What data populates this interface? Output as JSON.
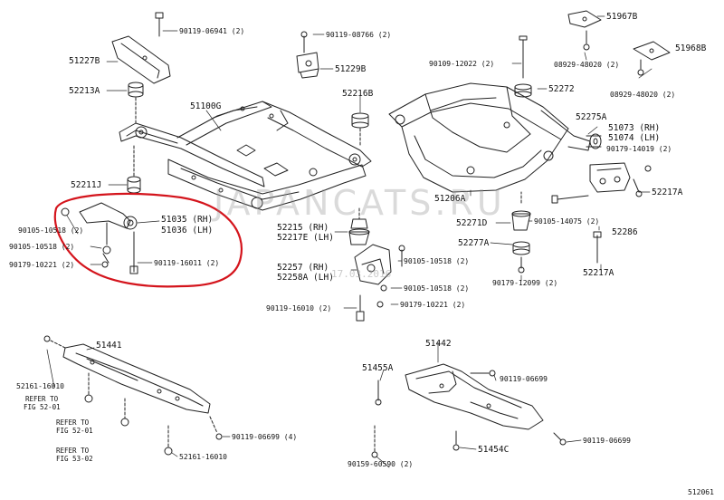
{
  "diagram": {
    "figure_number": "512061",
    "watermark": "JAPANCATS.RU",
    "date_stamp": "17.03.2016",
    "highlight_color": "#d4141c",
    "parts": {
      "p90119_06941": "90119-06941 (2)",
      "p51227B": "51227B",
      "p52213A": "52213A",
      "p51100G": "51100G",
      "p90119_08766": "90119-08766 (2)",
      "p51229B": "51229B",
      "p52216B": "52216B",
      "p52211J": "52211J",
      "p51035": "51035 (RH)",
      "p51036": "51036 (LH)",
      "p90105_10518_a": "90105-10518 (2)",
      "p90105_10518_b": "90105-10518 (2)",
      "p90179_10221_a": "90179-10221 (2)",
      "p90119_16011": "90119-16011 (2)",
      "p52215": "52215 (RH)",
      "p52217E": "52217E (LH)",
      "p52257": "52257 (RH)",
      "p52258A": "52258A (LH)",
      "p90105_10518_c": "90105-10518 (2)",
      "p90105_10518_d": "90105-10518 (2)",
      "p90119_16010": "90119-16010 (2)",
      "p90179_10221_b": "90179-10221 (2)",
      "p51967B": "51967B",
      "p51968B": "51968B",
      "p90109_12022": "90109-12022 (2)",
      "p08929_48020_a": "08929-48020 (2)",
      "p08929_48020_b": "08929-48020 (2)",
      "p52272": "52272",
      "p52275A": "52275A",
      "p51073": "51073 (RH)",
      "p51074": "51074 (LH)",
      "p90179_14019": "90179-14019 (2)",
      "p51206A": "51206A",
      "p52217A_a": "52217A",
      "p52271D": "52271D",
      "p90105_14075": "90105-14075 (2)",
      "p52286": "52286",
      "p52277A": "52277A",
      "p90179_12099": "90179-12099 (2)",
      "p52217A_b": "52217A",
      "p51441": "51441",
      "p52161_16010_a": "52161-16010",
      "ref1_a": "REFER TO",
      "ref1_b": "FIG 52-01",
      "ref2_a": "REFER TO",
      "ref2_b": "FIG 52-01",
      "ref3_a": "REFER TO",
      "ref3_b": "FIG 53-02",
      "p90119_06699_a": "90119-06699 (4)",
      "p52161_16010_b": "52161-16010",
      "p51442": "51442",
      "p51455A": "51455A",
      "p90119_06699_b": "90119-06699",
      "p90119_06699_c": "90119-06699",
      "p51454C": "51454C",
      "p90159_60590": "90159-60590 (2)"
    }
  }
}
